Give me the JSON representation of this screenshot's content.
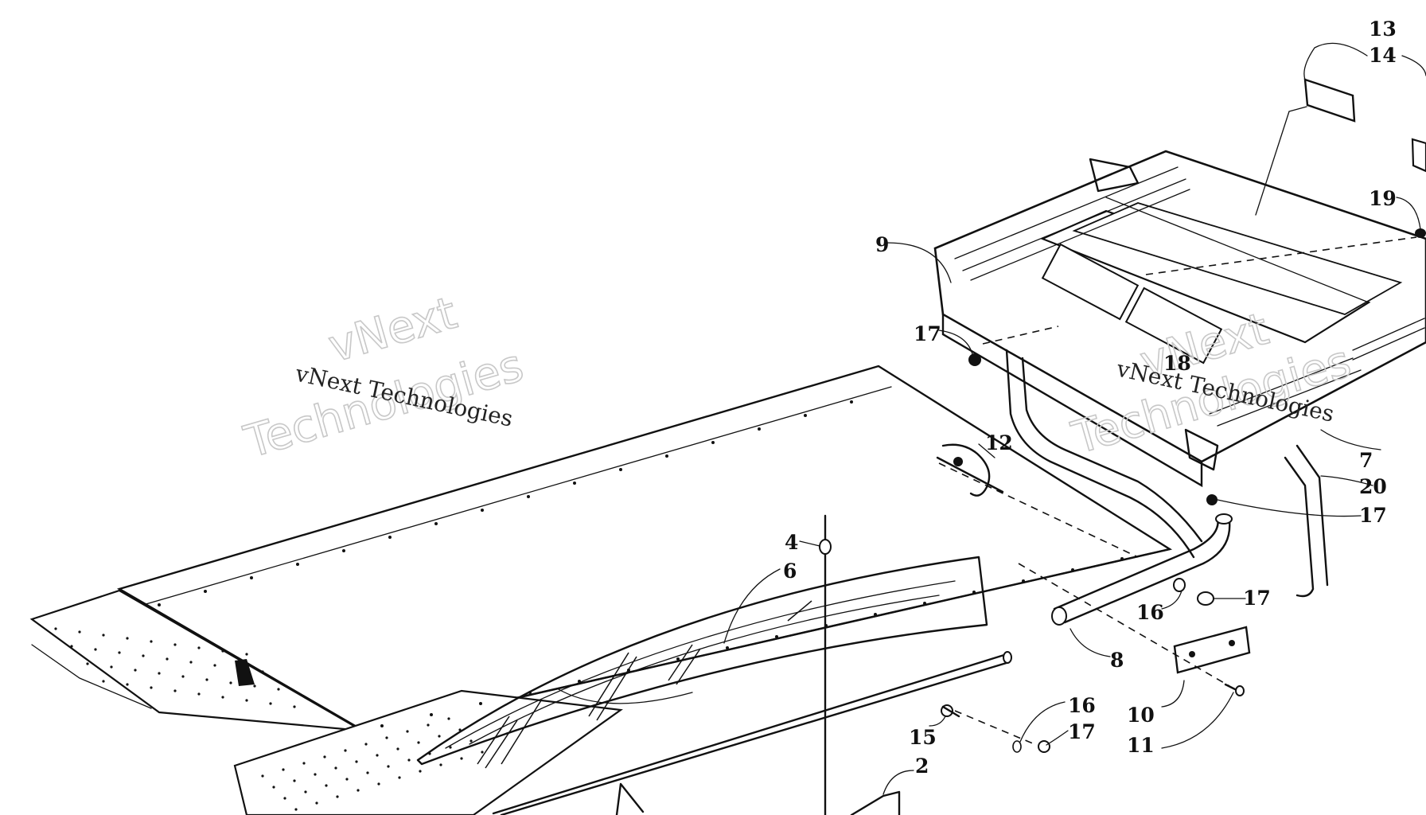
{
  "watermarks": {
    "left": {
      "line1": "vNext",
      "line2": "Technologies",
      "plain": "vNext Technologies"
    },
    "right": {
      "line1": "vNext",
      "line2": "Technologies",
      "plain": "vNext Technologies"
    }
  },
  "callouts": {
    "c2": "2",
    "c4": "4",
    "c6": "6",
    "c7": "7",
    "c8": "8",
    "c9": "9",
    "c10": "10",
    "c11": "11",
    "c12": "12",
    "c13": "13",
    "c14": "14",
    "c15": "15",
    "c16a": "16",
    "c16b": "16",
    "c17a": "17",
    "c17b": "17",
    "c17c": "17",
    "c17d": "17",
    "c18": "18",
    "c19": "19",
    "c20": "20"
  }
}
